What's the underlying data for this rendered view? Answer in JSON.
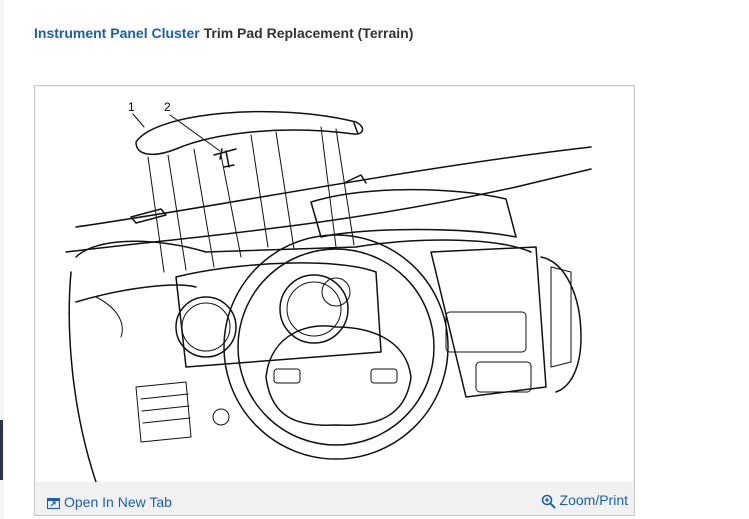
{
  "header": {
    "title_link": "Instrument Panel Cluster",
    "title_rest": " Trim Pad Replacement (Terrain)"
  },
  "figure": {
    "callouts": [
      "1",
      "2"
    ],
    "open_tab_label": "Open In New Tab",
    "zoom_label": "Zoom/Print"
  },
  "icons": {
    "open_tab": "open-in-new-tab-icon",
    "zoom": "magnifier-plus-icon"
  },
  "colors": {
    "link": "#1a5fb4",
    "text": "#333333"
  }
}
